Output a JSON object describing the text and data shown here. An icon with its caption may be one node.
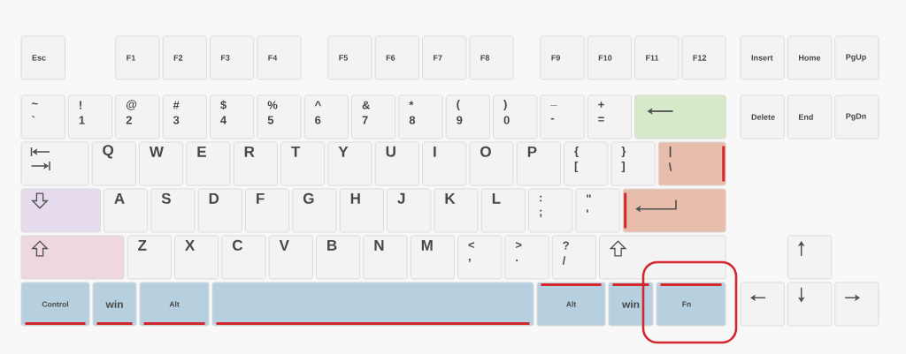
{
  "diagram": {
    "nodes": [
      {
        "text": [
          "Esc"
        ]
      },
      {
        "text": [
          "F1"
        ]
      },
      {
        "text": [
          "F2"
        ]
      },
      {
        "text": [
          "F3"
        ]
      },
      {
        "text": [
          "F4"
        ]
      },
      {
        "text": [
          "F5"
        ]
      },
      {
        "text": [
          "F6"
        ]
      },
      {
        "text": [
          "F7"
        ]
      },
      {
        "text": [
          "F8"
        ]
      },
      {
        "text": [
          "F9"
        ]
      },
      {
        "text": [
          "F10"
        ]
      },
      {
        "text": [
          "F11"
        ]
      },
      {
        "text": [
          "F12"
        ]
      },
      {
        "text": [
          "Insert"
        ]
      },
      {
        "text": [
          "Home"
        ]
      },
      {
        "text": [
          "PgUp"
        ]
      },
      {
        "text": [
          "~",
          "`"
        ]
      },
      {
        "text": [
          "!",
          "1"
        ]
      },
      {
        "text": [
          "@",
          "2"
        ]
      },
      {
        "text": [
          "#",
          "3"
        ]
      },
      {
        "text": [
          "$",
          "4"
        ]
      },
      {
        "text": [
          "%",
          "5"
        ]
      },
      {
        "text": [
          "^",
          "6"
        ]
      },
      {
        "text": [
          "&",
          "7"
        ]
      },
      {
        "text": [
          "*",
          "8"
        ]
      },
      {
        "text": [
          "(",
          "9"
        ]
      },
      {
        "text": [
          ")",
          "0"
        ]
      },
      {
        "text": [
          "_",
          "-"
        ]
      },
      {
        "text": [
          "+",
          "="
        ]
      },
      {
        "text": [],
        "shape": "box"
      },
      {
        "text": [
          "Delete"
        ]
      },
      {
        "text": [
          "End"
        ]
      },
      {
        "text": [
          "PgDn"
        ]
      },
      {
        "text": [],
        "shape": "box"
      },
      {
        "text": [
          "Q"
        ]
      },
      {
        "text": [
          "W"
        ]
      },
      {
        "text": [
          "E"
        ]
      },
      {
        "text": [
          "R"
        ]
      },
      {
        "text": [
          "T"
        ]
      },
      {
        "text": [
          "Y"
        ]
      },
      {
        "text": [
          "U"
        ]
      },
      {
        "text": [
          "I"
        ]
      },
      {
        "text": [
          "O"
        ]
      },
      {
        "text": [
          "P"
        ]
      },
      {
        "text": [
          "{",
          "["
        ]
      },
      {
        "text": [
          "}",
          "]"
        ]
      },
      {
        "text": [
          "|",
          "\\"
        ]
      },
      {
        "text": [],
        "shape": "box"
      },
      {
        "text": [
          "A"
        ]
      },
      {
        "text": [
          "S"
        ]
      },
      {
        "text": [
          "D"
        ]
      },
      {
        "text": [
          "F"
        ]
      },
      {
        "text": [
          "G"
        ]
      },
      {
        "text": [
          "H"
        ]
      },
      {
        "text": [
          "J"
        ]
      },
      {
        "text": [
          "K"
        ]
      },
      {
        "text": [
          "L"
        ]
      },
      {
        "text": [
          ":",
          ";"
        ]
      },
      {
        "text": [
          "\"",
          "'"
        ]
      },
      {
        "text": [],
        "shape": "box"
      },
      {
        "text": [],
        "shape": "box"
      },
      {
        "text": [
          "Z"
        ]
      },
      {
        "text": [
          "X"
        ]
      },
      {
        "text": [
          "C"
        ]
      },
      {
        "text": [
          "V"
        ]
      },
      {
        "text": [
          "B"
        ]
      },
      {
        "text": [
          "N"
        ]
      },
      {
        "text": [
          "M"
        ]
      },
      {
        "text": [
          "<",
          ","
        ]
      },
      {
        "text": [
          ">",
          "."
        ]
      },
      {
        "text": [
          "?",
          "/"
        ]
      },
      {
        "text": [],
        "shape": "box"
      },
      {
        "text": [],
        "shape": "box"
      },
      {
        "text": [
          "Control"
        ]
      },
      {
        "text": [
          "win"
        ]
      },
      {
        "text": [
          "Alt"
        ]
      },
      {
        "text": [],
        "shape": "box"
      },
      {
        "text": [
          "Alt"
        ]
      },
      {
        "text": [
          "win"
        ]
      },
      {
        "text": [
          "Fn"
        ]
      },
      {
        "text": [],
        "shape": "box"
      },
      {
        "text": [],
        "shape": "box"
      },
      {
        "text": [],
        "shape": "box"
      }
    ]
  }
}
